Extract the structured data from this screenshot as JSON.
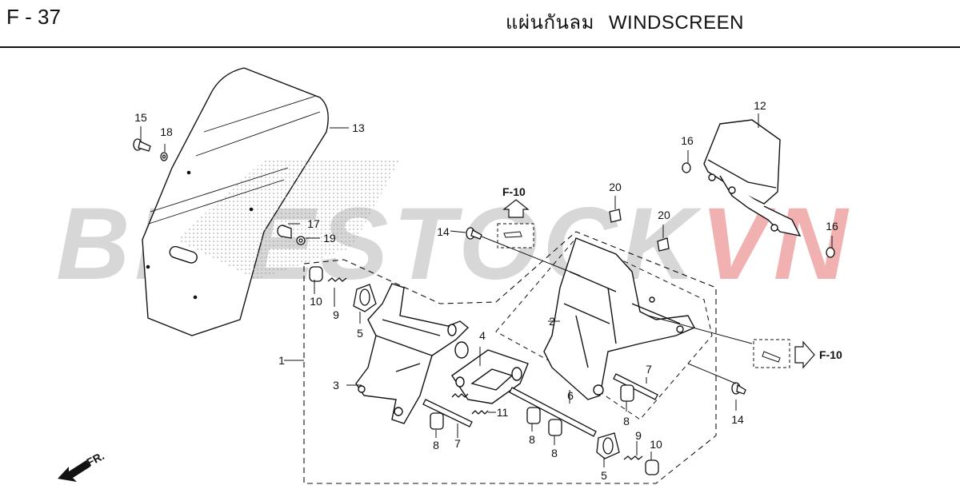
{
  "header": {
    "page_code": "F - 37",
    "title_thai": "แผ่นกันลม",
    "title_en": "WINDSCREEN"
  },
  "watermark": {
    "part_a": "BIKESTOCK",
    "part_b": "VN"
  },
  "callouts": {
    "n1": "1",
    "n2": "2",
    "n3": "3",
    "n4": "4",
    "n5a": "5",
    "n5b": "5",
    "n6": "6",
    "n7a": "7",
    "n7b": "7",
    "n8a": "8",
    "n8b": "8",
    "n8c": "8",
    "n8d": "8",
    "n9a": "9",
    "n9b": "9",
    "n10a": "10",
    "n10b": "10",
    "n11": "11",
    "n12": "12",
    "n13": "13",
    "n14a": "14",
    "n14b": "14",
    "n15": "15",
    "n16a": "16",
    "n16b": "16",
    "n17": "17",
    "n18": "18",
    "n19": "19",
    "n20a": "20",
    "n20b": "20"
  },
  "references": {
    "ref_top": "F-10",
    "ref_right": "F-10"
  },
  "front_indicator": "FR.",
  "colors": {
    "line": "#111111",
    "watermark_gray": "#969696",
    "watermark_red": "#dc3c3c"
  }
}
